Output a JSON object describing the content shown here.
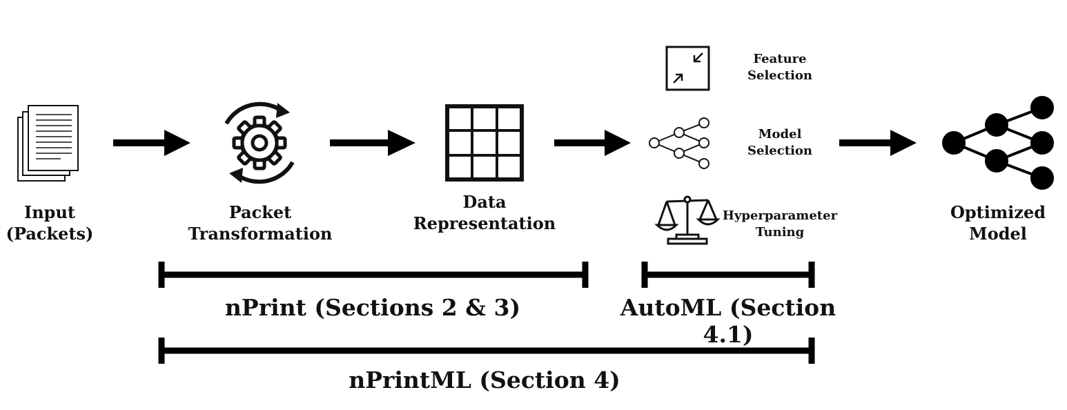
{
  "pipeline": {
    "input": [
      "Input",
      "(Packets)"
    ],
    "packet_transformation": [
      "Packet",
      "Transformation"
    ],
    "data_representation": [
      "Data",
      "Representation"
    ],
    "optimized_model": [
      "Optimized",
      "Model"
    ]
  },
  "automl_steps": {
    "feature_selection": [
      "Feature",
      "Selection"
    ],
    "model_selection": [
      "Model",
      "Selection"
    ],
    "hyperparameter_tuning": [
      "Hyperparameter",
      "Tuning"
    ]
  },
  "brackets": {
    "nprint": "nPrint (Sections 2 & 3)",
    "automl": "AutoML (Section 4.1)",
    "nprintml": "nPrintML (Section 4)"
  },
  "icons": {
    "input": "document-stack-icon",
    "packet_transformation": "gear-cycle-icon",
    "data_representation": "grid-icon",
    "feature_selection": "compress-icon",
    "model_selection": "network-graph-icon",
    "hyperparameter_tuning": "balance-scale-icon",
    "optimized_model": "neural-network-icon"
  }
}
